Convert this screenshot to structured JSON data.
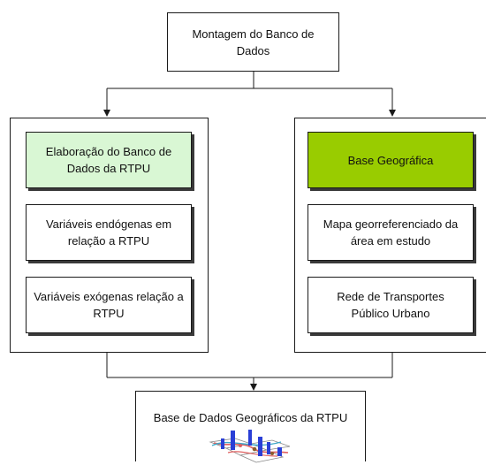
{
  "top": {
    "label": "Montagem do Banco de Dados"
  },
  "left_group": {
    "header": {
      "label": "Elaboração do Banco de Dados da RTPU",
      "fill": "#d9f7d4"
    },
    "items": [
      "Variáveis endógenas em relação a RTPU",
      "Variáveis exógenas relação a RTPU"
    ]
  },
  "right_group": {
    "header": {
      "label": "Base Geográfica",
      "fill": "#99cc00"
    },
    "items": [
      "Mapa georreferenciado da área em estudo",
      "Rede de Transportes Público Urbano"
    ]
  },
  "bottom": {
    "label": "Base de Dados Geográficos da RTPU"
  },
  "colors": {
    "line": "#1a1a1a"
  }
}
